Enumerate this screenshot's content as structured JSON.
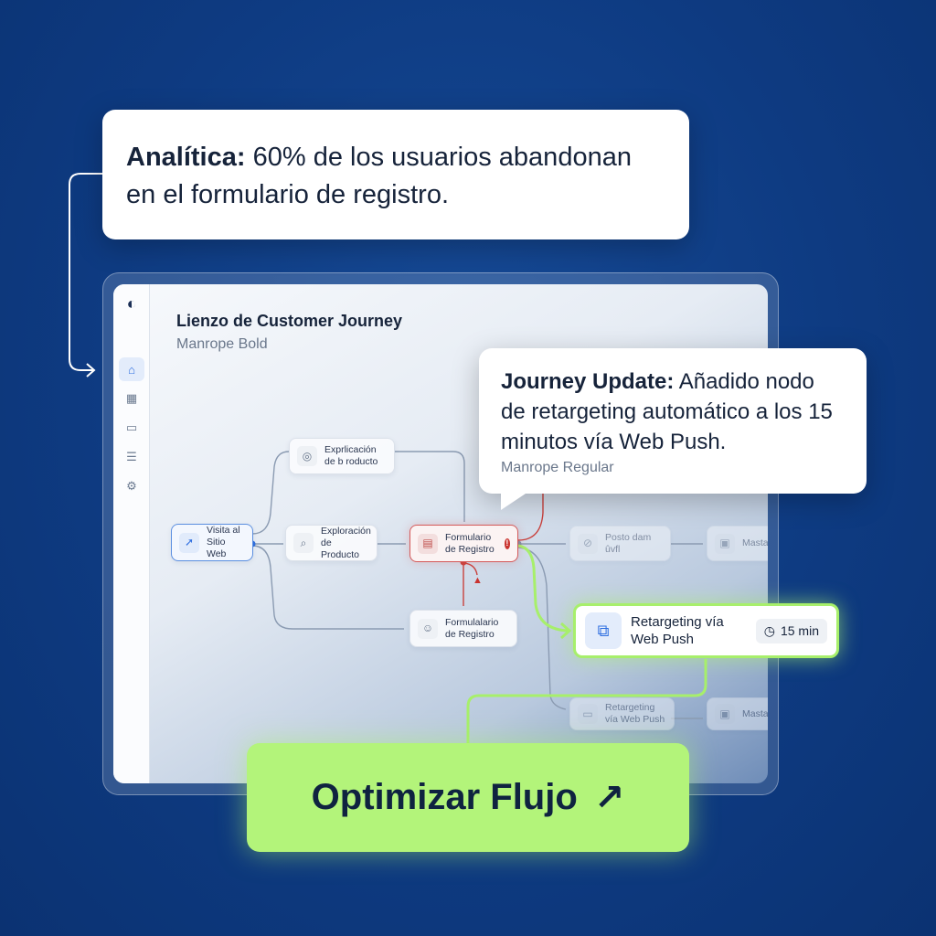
{
  "analytics_callout": {
    "label": "Analítica:",
    "text": " 60% de los usuarios abandonan en el formulario de registro."
  },
  "canvas": {
    "title": "Lienzo de Customer Journey",
    "subtitle": "Manrope Bold"
  },
  "sidebar": {
    "items": [
      {
        "icon": "home-icon",
        "active": true
      },
      {
        "icon": "grid-icon"
      },
      {
        "icon": "calendar-icon"
      },
      {
        "icon": "sliders-icon"
      },
      {
        "icon": "gear-icon"
      }
    ]
  },
  "update_callout": {
    "label": "Journey Update:",
    "text": " Añadido nodo de retargeting automático a los 15 minutos vía Web Push.",
    "font_note": "Manrope Regular"
  },
  "nodes": {
    "visita": "Visita al Sitio Web",
    "explicacion": "Exprlicación de b roducto",
    "exploracion": "Exploración de Producto",
    "formulario": "Formulario de Registro",
    "formulalario": "Formulalario de Registro",
    "posto": "Posto dam ûvfl",
    "masta1": "Masta",
    "retargeting_faded": "Retargeting vía Web Push",
    "masta2": "Masta"
  },
  "retargeting_node": {
    "label": "Retargeting vía Web Push",
    "delay": "15 min"
  },
  "cta": {
    "label": "Optimizar Flujo",
    "icon": "arrow-up-right-icon"
  },
  "colors": {
    "background": "#0e3b82",
    "accent_green": "#b3f47a",
    "error_red": "#c9332f",
    "primary_blue": "#2f6fe0"
  }
}
